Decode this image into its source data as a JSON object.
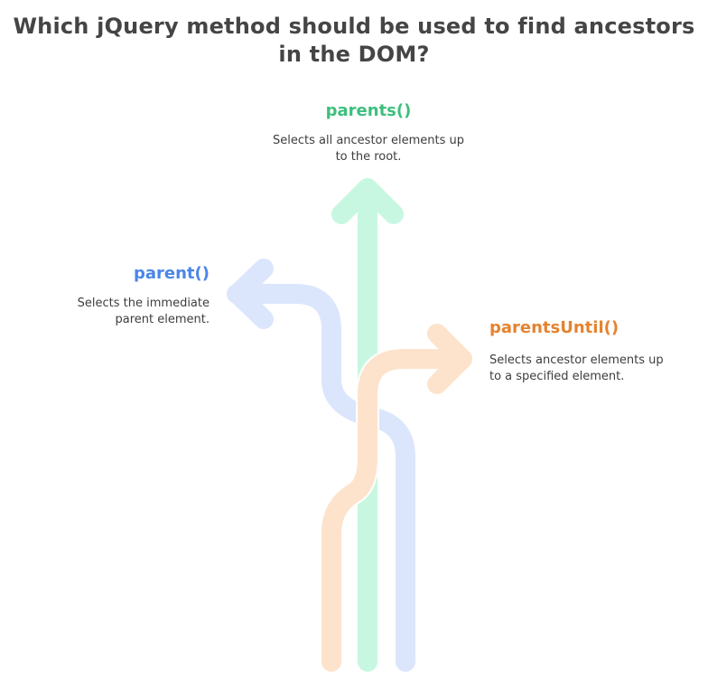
{
  "title": "Which jQuery method should be used to find ancestors in the DOM?",
  "options": [
    {
      "id": "parents",
      "label": "parents()",
      "description": "Selects all ancestor elements up to the root.",
      "text_color": "#3dbf7e",
      "path_color": "#c8f7e1",
      "direction": "up"
    },
    {
      "id": "parent",
      "label": "parent()",
      "description": "Selects the immediate parent element.",
      "text_color": "#4a86e8",
      "path_color": "#dbe6fc",
      "direction": "left"
    },
    {
      "id": "parentsUntil",
      "label": "parentsUntil()",
      "description": "Selects ancestor elements up to a specified element.",
      "text_color": "#e5832e",
      "path_color": "#fde3cc",
      "direction": "right"
    }
  ]
}
